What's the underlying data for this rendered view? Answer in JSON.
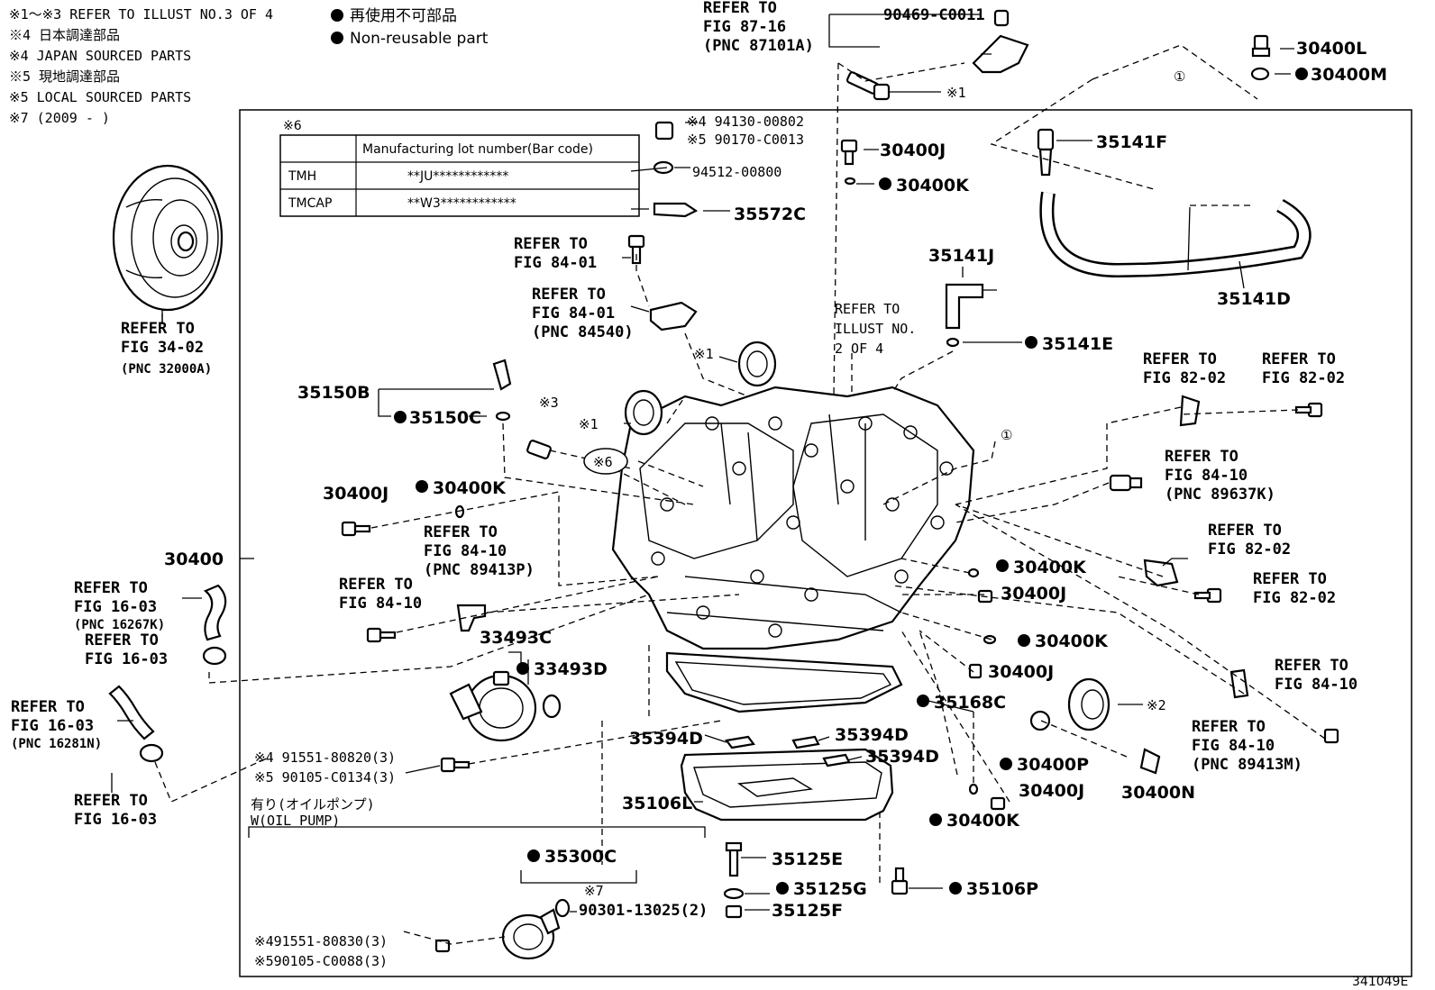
{
  "notes": {
    "n1": "※1～※3 REFER TO ILLUST NO.3 OF 4",
    "n2": "※4 日本調達部品",
    "n3": "※4 JAPAN SOURCED PARTS",
    "n4": "※5 現地調達部品",
    "n5": "※5 LOCAL SOURCED PARTS",
    "n6": "※7 (2009 -      )"
  },
  "legend": {
    "jp": "再使用不可部品",
    "en": "Non-reusable part"
  },
  "figure_id": "341049E",
  "lot_table": {
    "mark": "※6",
    "header": "Manufacturing lot number(Bar code)",
    "rows": [
      {
        "plant": "TMH",
        "code": "**JU************"
      },
      {
        "plant": "TMCAP",
        "code": "**W3************"
      }
    ]
  },
  "labels": {
    "refer_87_16_a": "REFER TO",
    "refer_87_16_b": "FIG 87-16",
    "refer_87_16_c": "(PNC 87101A)",
    "p90469": "90469-C0011",
    "m1_top": "※1",
    "p30400L": "30400L",
    "p30400M": "30400M",
    "circ1_top": "①",
    "p94130_a": "※4 94130-00802",
    "p94130_b": "※5 90170-C0013",
    "p94512": "94512-00800",
    "p35572C": "35572C",
    "p30400J_top": "30400J",
    "p30400K_top": "30400K",
    "p35141F": "35141F",
    "p35141D": "35141D",
    "p35141J": "35141J",
    "p35141E": "35141E",
    "refer_84_01a_a": "REFER TO",
    "refer_84_01a_b": "FIG 84-01",
    "refer_84_01b_a": "REFER TO",
    "refer_84_01b_b": "FIG 84-01",
    "refer_84_01b_c": "(PNC 84540)",
    "refer_illust_a": "REFER TO",
    "refer_illust_b": "ILLUST NO.",
    "refer_illust_c": "2 OF 4",
    "refer_34_02_a": "REFER TO",
    "refer_34_02_b": "FIG 34-02",
    "refer_34_02_c": "(PNC 32000A)",
    "m1_mid": "※1",
    "m1_low": "※1",
    "m3": "※3",
    "m6": "※6",
    "p35150B": "35150B",
    "p35150C": "35150C",
    "refer_82_02a_a": "REFER TO",
    "refer_82_02a_b": "FIG 82-02",
    "refer_82_02b_a": "REFER TO",
    "refer_82_02b_b": "FIG 82-02",
    "circ1_mid": "①",
    "refer_84_10a_a": "REFER TO",
    "refer_84_10a_b": "FIG 84-10",
    "refer_84_10a_c": "(PNC 89637K)",
    "p30400J_l": "30400J",
    "p30400K_l": "30400K",
    "refer_84_10b_a": "REFER TO",
    "refer_84_10b_b": "FIG 84-10",
    "refer_84_10b_c": "(PNC 89413P)",
    "refer_82_02c_a": "REFER TO",
    "refer_82_02c_b": "FIG 82-02",
    "refer_82_02d_a": "REFER TO",
    "refer_82_02d_b": "FIG 82-02",
    "p30400": "30400",
    "refer_16_03a_a": "REFER TO",
    "refer_16_03a_b": "FIG 16-03",
    "refer_16_03a_c": "(PNC 16267K)",
    "refer_16_03b_a": "REFER TO",
    "refer_16_03b_b": "FIG 16-03",
    "refer_84_10c_a": "REFER TO",
    "refer_84_10c_b": "FIG 84-10",
    "p30400K_r1": "30400K",
    "p30400J_r1": "30400J",
    "p30400K_r2": "30400K",
    "p30400J_r2": "30400J",
    "p33493C": "33493C",
    "p33493D": "33493D",
    "p35168C": "35168C",
    "refer_84_10d_a": "REFER TO",
    "refer_84_10d_b": "FIG 84-10",
    "m2": "※2",
    "refer_84_10e_a": "REFER TO",
    "refer_84_10e_b": "FIG 84-10",
    "refer_84_10e_c": "(PNC 89413M)",
    "refer_16_03c_a": "REFER TO",
    "refer_16_03c_b": "FIG 16-03",
    "refer_16_03c_c": "(PNC 16281N)",
    "p35394D_1": "35394D",
    "p35394D_2": "35394D",
    "p35394D_3": "35394D",
    "p91551_a": "※4 91551-80820(3)",
    "p91551_b": "※5 90105-C0134(3)",
    "p30400P": "30400P",
    "p30400N": "30400N",
    "p30400J_r3": "30400J",
    "p30400K_r3": "30400K",
    "refer_16_03d_a": "REFER TO",
    "refer_16_03d_b": "FIG 16-03",
    "oil_pump_jp": "有り(オイルポンプ)",
    "oil_pump_en": "W(OIL PUMP)",
    "p35106L": "35106L",
    "p35300C": "35300C",
    "p35125E": "35125E",
    "p35125G": "35125G",
    "p35125F": "35125F",
    "p35106P": "35106P",
    "m7": "※7",
    "p90301": "90301-13025(2)",
    "p91551c_a": "※491551-80830(3)",
    "p91551c_b": "※590105-C0088(3)"
  }
}
